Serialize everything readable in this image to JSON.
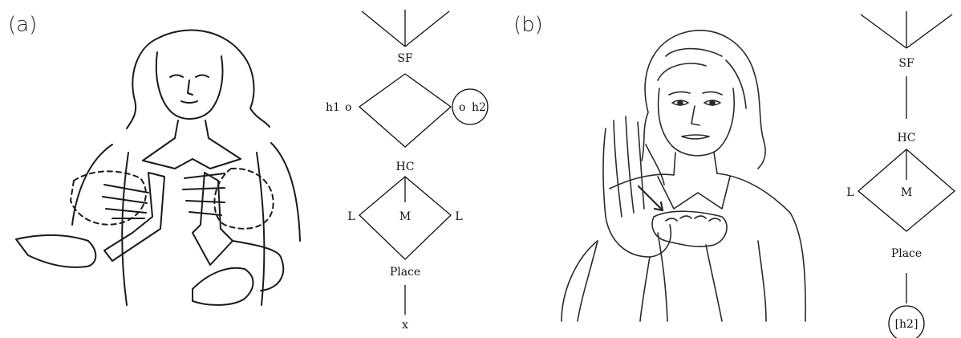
{
  "panels": [
    {
      "label": "(a)",
      "tree": {
        "sf": "SF",
        "h1": "h1",
        "o_left": "o",
        "o_right": "o",
        "h2": "h2",
        "hc": "HC",
        "l_left": "L",
        "m": "M",
        "l_right": "L",
        "place": "Place",
        "x": "x"
      }
    },
    {
      "label": "(b)",
      "tree": {
        "sf": "SF",
        "hc": "HC",
        "l_left": "L",
        "m": "M",
        "place": "Place",
        "h2": "[h2]"
      }
    }
  ],
  "colors": {
    "ink": "#111111",
    "sketch": "#1a1a1a",
    "figure_b_line": "#2a2a2a"
  }
}
